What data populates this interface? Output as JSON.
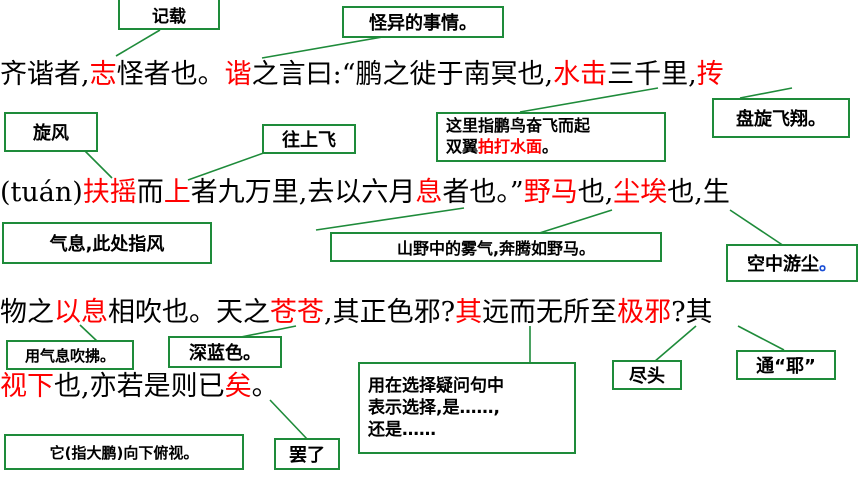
{
  "lines": [
    [
      {
        "t": "齐谐者,",
        "red": false
      },
      {
        "t": "志",
        "red": true
      },
      {
        "t": "怪者也。",
        "red": false
      },
      {
        "t": "谐",
        "red": true
      },
      {
        "t": "之言曰:“鹏之徙于南冥也,",
        "red": false
      },
      {
        "t": "水击",
        "red": true
      },
      {
        "t": "三千里,",
        "red": false
      },
      {
        "t": "抟",
        "red": true
      }
    ],
    [
      {
        "t": "(tuán)",
        "red": false
      },
      {
        "t": "扶摇",
        "red": true
      },
      {
        "t": "而",
        "red": false
      },
      {
        "t": "上",
        "red": true
      },
      {
        "t": "者九万里,去以六月",
        "red": false
      },
      {
        "t": "息",
        "red": true
      },
      {
        "t": "者也。”",
        "red": false
      },
      {
        "t": "野马",
        "red": true
      },
      {
        "t": "也,",
        "red": false
      },
      {
        "t": "尘埃",
        "red": true
      },
      {
        "t": "也,生",
        "red": false
      }
    ],
    [
      {
        "t": "物之",
        "red": false
      },
      {
        "t": "以息",
        "red": true
      },
      {
        "t": "相吹也。天之",
        "red": false
      },
      {
        "t": "苍苍",
        "red": true
      },
      {
        "t": ",其正色邪?",
        "red": false
      },
      {
        "t": "其",
        "red": true
      },
      {
        "t": "远而无所至",
        "red": false
      },
      {
        "t": "极邪",
        "red": true
      },
      {
        "t": "?其",
        "red": false
      }
    ],
    [
      {
        "t": "视下",
        "red": true
      },
      {
        "t": "也,亦若是则已",
        "red": false
      },
      {
        "t": "矣",
        "red": true
      },
      {
        "t": "。",
        "red": false
      }
    ]
  ],
  "notes": {
    "jizai": "记载",
    "guaiyi": "怪异的事情。",
    "pangxuan": "盘旋飞翔。",
    "xuanfeng": "旋风",
    "wangshang": "往上飞",
    "shuiji_1": "这里指鹏鸟奋飞而起",
    "shuiji_2a": "双翼",
    "shuiji_2b": "拍打水面",
    "shuiji_2c": "。",
    "qixi": "气息,此处指风",
    "yema": "山野中的雾气,奔腾如野马。",
    "chenai_a": "空中游尘",
    "chenai_b": "。",
    "yixi": "用气息吹拂。",
    "shenlan": "深蓝色。",
    "xuanze_1": "用在选择疑问句中",
    "xuanze_2": "表示选择,是……,",
    "xuanze_3": "还是……",
    "jintou": "尽头",
    "tongye": "通“耶”",
    "shixia": "它(指大鹏)向下俯视。",
    "bale": "罢了"
  }
}
